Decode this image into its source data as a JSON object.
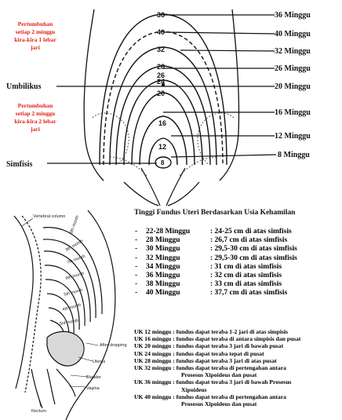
{
  "top_figure": {
    "red_note_top": [
      "Pertumbuhan",
      "setiap 2 minggu",
      "kira-kira 1 lebar",
      "jari"
    ],
    "red_note_bottom": [
      "Pertumbuhan",
      "setiap 2 minggu",
      "kira-kira 2 lebar",
      "jari"
    ],
    "umbilikus_label": "Umbilikus",
    "simfisis_label": "Simfisis",
    "contour_numbers": [
      "36",
      "40",
      "32",
      "28",
      "26",
      "24",
      "20",
      "16",
      "12",
      "8"
    ],
    "week_labels": [
      "36 Minggu",
      "40 Minggu",
      "32 Minggu",
      "26 Minggu",
      "20 Minggu",
      "16 Minggu",
      "12 Minggu",
      "8 Minggu"
    ]
  },
  "side_figure": {
    "labels": [
      "Vertebral column",
      "9th month",
      "8th month",
      "7th month",
      "6th month",
      "5th month",
      "4th month",
      "3rd month",
      "Bladder",
      "Vagina",
      "Rectum",
      "Uterus",
      "After dropping"
    ]
  },
  "table_title": "Tinggi Fundus Uteri Berdasarkan Usia Kehamilan",
  "table": [
    {
      "dash": "-",
      "week": "22-28 Minggu",
      "value": ": 24-25 cm di atas simfisis"
    },
    {
      "dash": "-",
      "week": "28 Minggu",
      "value": ": 26,7 cm di atas simfisis"
    },
    {
      "dash": "-",
      "week": "30 Minggu",
      "value": ": 29,5-30 cm di atas simfisis"
    },
    {
      "dash": "-",
      "week": "32 Minggu",
      "value": ": 29,5-30 cm di atas simfisis"
    },
    {
      "dash": "-",
      "week": "34 Minggu",
      "value": ": 31 cm di atas simfisis"
    },
    {
      "dash": "-",
      "week": "36 Minggu",
      "value": ": 32 cm di atas simfisis"
    },
    {
      "dash": "-",
      "week": "38 Minggu",
      "value": ": 33 cm di atas simfisis"
    },
    {
      "dash": "-",
      "week": "40 Minggu",
      "value": ": 37,7 cm di atas simfisis"
    }
  ],
  "notes": [
    {
      "text": "UK 12 minggu : fundus dapat teraba 1-2 jari di atas simpisis"
    },
    {
      "text": "UK 16 minggu : fundus dapat teraba di antara simpisis dan pusat"
    },
    {
      "text": "UK 20 minggu : fundus dapat teraba 3 jari di bawah pusat"
    },
    {
      "text": "UK 24 minggu : fundus dapat teraba tepat di pusat"
    },
    {
      "text": "UK 28 minggu : fundus dapat teraba 3 jari di atas pusat"
    },
    {
      "text": "UK 32 minggu : fundus dapat teraba di pertengahan antara",
      "cont": "Prosesus Xipoideus dan pusat"
    },
    {
      "text": "UK 36 minggu : fundus dapat teraba 3 jari di bawah Prosesus",
      "cont": "Xipoideus"
    },
    {
      "text": "UK 40 minggu : fundus dapat teraba di pertengahan antara",
      "cont": "Prosesus Xipoideus dan pusat"
    }
  ]
}
